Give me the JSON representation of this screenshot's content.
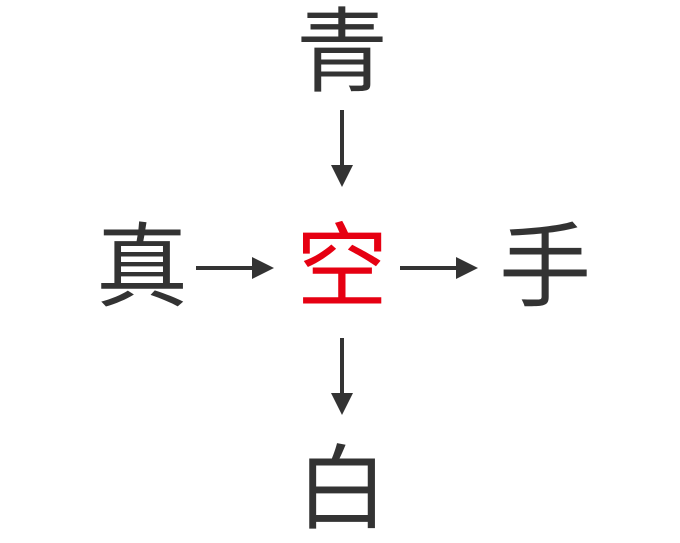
{
  "top": "青",
  "left": "真",
  "center": "空",
  "right": "手",
  "bottom": "白",
  "colors": {
    "center": "#e60012",
    "text": "#333333",
    "arrow": "#333333"
  }
}
